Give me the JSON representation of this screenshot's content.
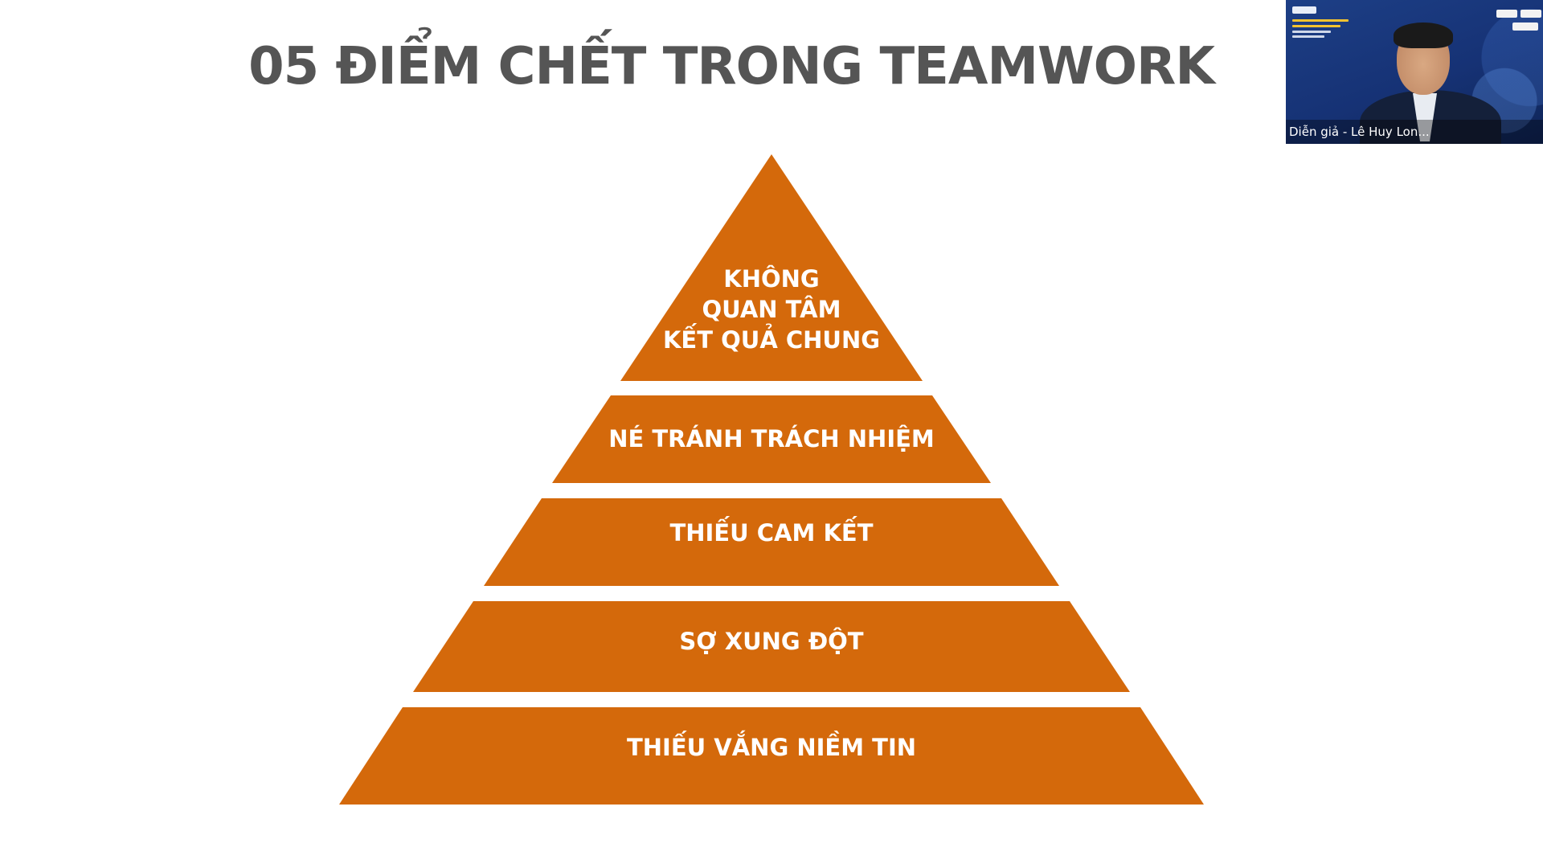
{
  "slide": {
    "title": "05 ĐIỂM CHẾT TRONG TEAMWORK",
    "pyramid": {
      "fill_color": "#d4690b",
      "text_color": "#ffffff",
      "levels": [
        {
          "lines": [
            "KHÔNG",
            "QUAN TÂM",
            "KẾT QUẢ CHUNG"
          ]
        },
        {
          "lines": [
            "NÉ TRÁNH TRÁCH NHIỆM"
          ]
        },
        {
          "lines": [
            "THIẾU CAM KẾT"
          ]
        },
        {
          "lines": [
            "SỢ XUNG ĐỘT"
          ]
        },
        {
          "lines": [
            "THIẾU VẮNG NIỀM TIN"
          ]
        }
      ]
    }
  },
  "webcam": {
    "speaker_label": "Diễn giả - Lê Huy Lon...",
    "background_color": "#1d3f86",
    "accent_color": "#f2c230"
  }
}
